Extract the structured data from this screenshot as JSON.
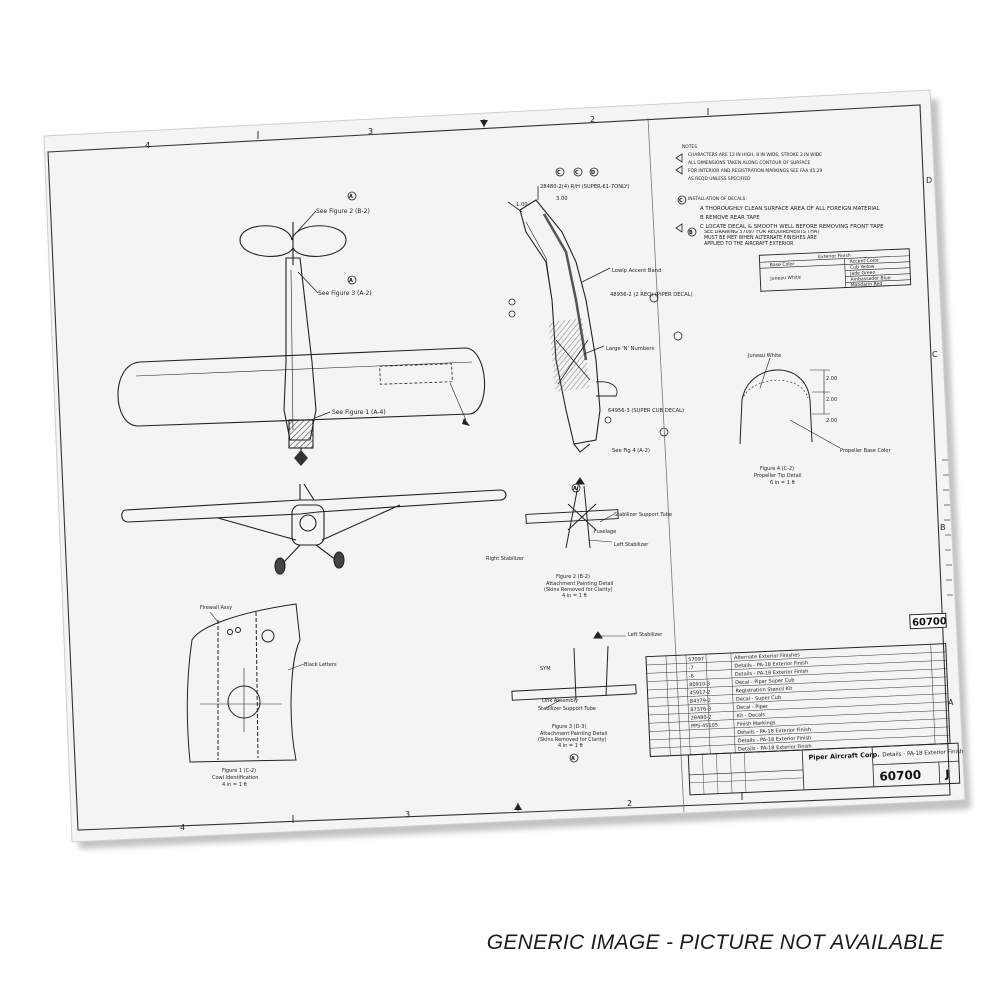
{
  "drawing": {
    "number": "60700",
    "revision": "J",
    "title": "Details - PA-18 Exterior Finish",
    "company": "Piper Aircraft Corp.",
    "zone_cols_top": [
      "4",
      "3",
      "2"
    ],
    "zone_cols_bottom": [
      "4",
      "3",
      "2"
    ],
    "zone_rows_right": [
      "D",
      "C",
      "B",
      "A"
    ]
  },
  "callouts": {
    "see_fig2": "See Figure 2 (B-2)",
    "see_fig3": "See Figure 3 (A-2)",
    "see_fig1": "See Figure 1 (A-4)",
    "see_fig4": "See Fig 4 (A-2)",
    "ref_a": "A",
    "ref_c": "C",
    "ref_d": "D",
    "ref_b": "B",
    "lowlp_band": "Lowlp Accent Band",
    "large_numbers": "Large 'N' Numbers",
    "part_decal_top": "28480-2(4) R/H (SUPER-61-7ONLY)",
    "part_decal_mid": "48936-2 (2 REQ) (PIPER DECAL)",
    "part_decal_cub": "64956-3 (SUPER CUB DECAL)",
    "dim_100": "1.00",
    "dim_300": "3.00"
  },
  "notes": {
    "items": [
      "NOTES",
      "CHARACTERS ARE 12 IN HIGH, 8 IN WIDE, STROKE 2 IN WIDE",
      "ALL DIMENSIONS TAKEN ALONG CONTOUR OF SURFACE",
      "FOR INTERIOR AND REGISTRATION MARKINGS SEE FAA 45.29",
      "AS REQD UNLESS SPECIFIED",
      "INSTALLATION OF DECALS:",
      "A THOROUGHLY CLEAN SURFACE AREA OF ALL FOREIGN MATERIAL",
      "B REMOVE REAR TAPE",
      "C LOCATE DECAL & SMOOTH WELL BEFORE REMOVING FRONT TAPE",
      "SEE DRAWING 57097 FOR REQUIREMENTS THAT MUST BE MET WHEN ALTERNATE FINISHES ARE APPLIED TO THE AIRCRAFT EXTERIOR"
    ]
  },
  "finish_table": {
    "header": "Exterior Finish",
    "col_base": "Base Color",
    "col_accent": "Accent Color",
    "base": "Juneau White",
    "accents": [
      "Cub Yellow",
      "Jade Green",
      "Ambassador Blue",
      "Mandarin Red"
    ]
  },
  "figures": {
    "fig1_title": "Figure 1 (C-2)",
    "fig1_sub": "Cowl Identification",
    "fig1_scale": "4 in = 1 ft",
    "fig1_label_top": "Firewall Assy",
    "fig1_label_right": "Black Letters",
    "fig2_title": "Figure 2 (B-2)",
    "fig2_sub1": "Attachment Painting Detail",
    "fig2_sub2": "(Skins Removed for Clarity)",
    "fig2_scale": "4 in = 1 ft",
    "fig2_label_tube": "Stabilizer Support Tube",
    "fig2_label_fus": "Fuselage",
    "fig2_label_right": "Left Stabilizer",
    "fig2_label_left": "Right Stabilizer",
    "fig3_title": "Figure 3 (D-3)",
    "fig3_sub1": "Attachment Painting Detail",
    "fig3_sub2": "(Skins Removed for Clarity)",
    "fig3_scale": "4 in = 1 ft",
    "fig3_label_top": "Left Stabilizer",
    "fig3_label_link": "Link Assembly",
    "fig3_label_tube": "Stabilizer Support Tube",
    "fig3_label_sym": "SYM",
    "fig4_title": "Figure 4 (C-2)",
    "fig4_sub": "Propeller Tip Detail",
    "fig4_scale": "6 in = 1 ft",
    "fig4_label_top": "Juneau White",
    "fig4_label_base": "Propeller Base Color",
    "fig4_dims": [
      "2.00",
      "2.00",
      "2.00"
    ]
  },
  "parts_list": [
    {
      "part": "57097",
      "desc": "Alternate Exterior Finishes"
    },
    {
      "part": "-7",
      "desc": "Details - PA-18 Exterior Finish"
    },
    {
      "part": "-6",
      "desc": "Details - PA-18 Exterior Finish"
    },
    {
      "part": "80910-3",
      "desc": "Decal - Piper Super Cub"
    },
    {
      "part": "45917-2",
      "desc": "Registration Stencil Kit"
    },
    {
      "part": "84379-2",
      "desc": "Decal - Super Cub"
    },
    {
      "part": "87376-3",
      "desc": "Decal - Piper"
    },
    {
      "part": "28480-2",
      "desc": "Kit - Decals"
    },
    {
      "part": "PPS-45105",
      "desc": "Finish Markings"
    },
    {
      "part": "",
      "desc": "Details - PA-18 Exterior Finish"
    },
    {
      "part": "",
      "desc": "Details - PA-18 Exterior Finish"
    },
    {
      "part": "",
      "desc": "Details - PA-18 Exterior Finish"
    }
  ],
  "caption": "GENERIC IMAGE - PICTURE NOT AVAILABLE"
}
